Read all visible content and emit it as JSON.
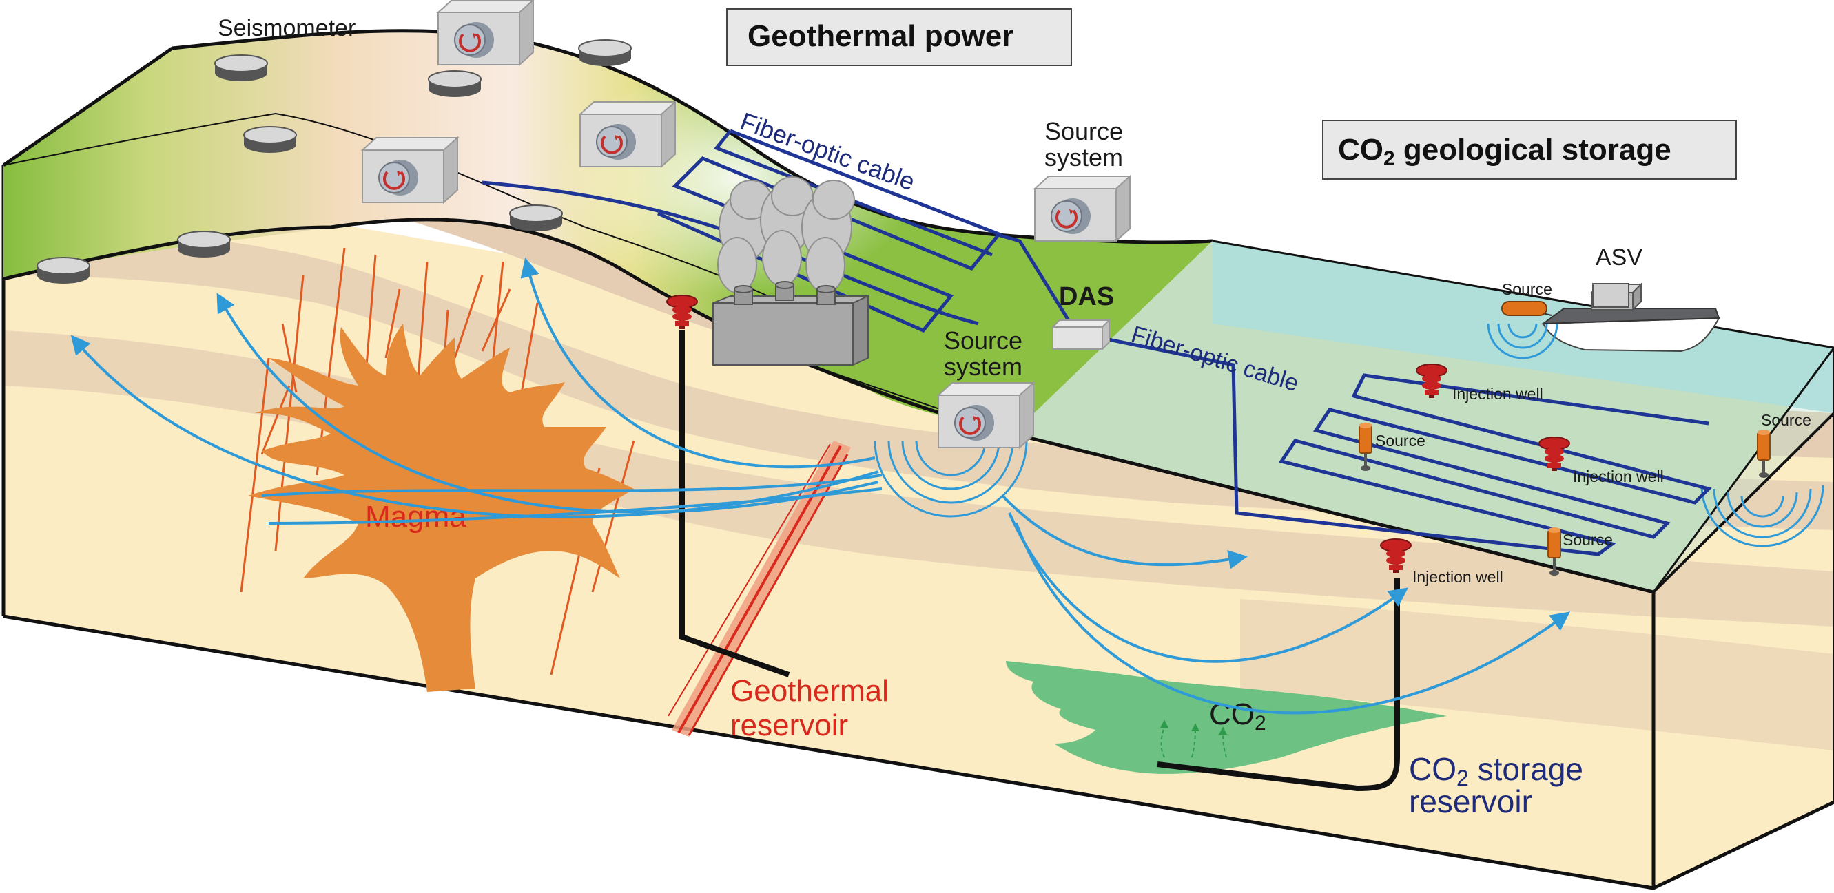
{
  "titles": {
    "geothermal": "Geothermal power",
    "co2_storage_main": "CO",
    "co2_storage_sub": "2",
    "co2_storage_rest": " geological storage"
  },
  "labels": {
    "seismometer": "Seismometer",
    "fiber_cable_1": "Fiber-optic cable",
    "fiber_cable_2": "Fiber-optic cable",
    "source_system_top_1": "Source",
    "source_system_top_2": "system",
    "source_system_mid_1": "Source",
    "source_system_mid_2": "system",
    "das": "DAS",
    "asv": "ASV",
    "asv_source": "Source",
    "magma": "Magma",
    "geothermal_reservoir_1": "Geothermal",
    "geothermal_reservoir_2": "reservoir",
    "co2_plume_main": "CO",
    "co2_plume_sub": "2",
    "co2_reservoir_main": "CO",
    "co2_reservoir_sub": "2",
    "co2_reservoir_rest": " storage",
    "co2_reservoir_2": "reservoir",
    "injection_well_1": "Injection well",
    "injection_well_2": "Injection well",
    "injection_well_3": "Injection well",
    "source_1": "Source",
    "source_2": "Source",
    "source_3": "Source"
  },
  "colors": {
    "land_green": "#8cc043",
    "land_beige": "#f4dcc0",
    "sea": "#a9dde0",
    "sea_bed": "#c9ddb8",
    "rock_light": "#fcecc4",
    "rock_dark": "#e4cdb3",
    "magma": "#e58b3a",
    "fracture": "#e05a22",
    "wave_blue": "#2f9ad8",
    "cable_navy": "#1f3596",
    "co2_green": "#5dbd7c",
    "well_red": "#b81d1d",
    "source_orange": "#e0721c",
    "reservoir_red": "#d8291c"
  },
  "icons": [
    "seismometer-icon",
    "source-system-icon",
    "power-plant-icon",
    "injection-well-icon",
    "source-icon",
    "asv-boat-icon",
    "das-box-icon"
  ]
}
